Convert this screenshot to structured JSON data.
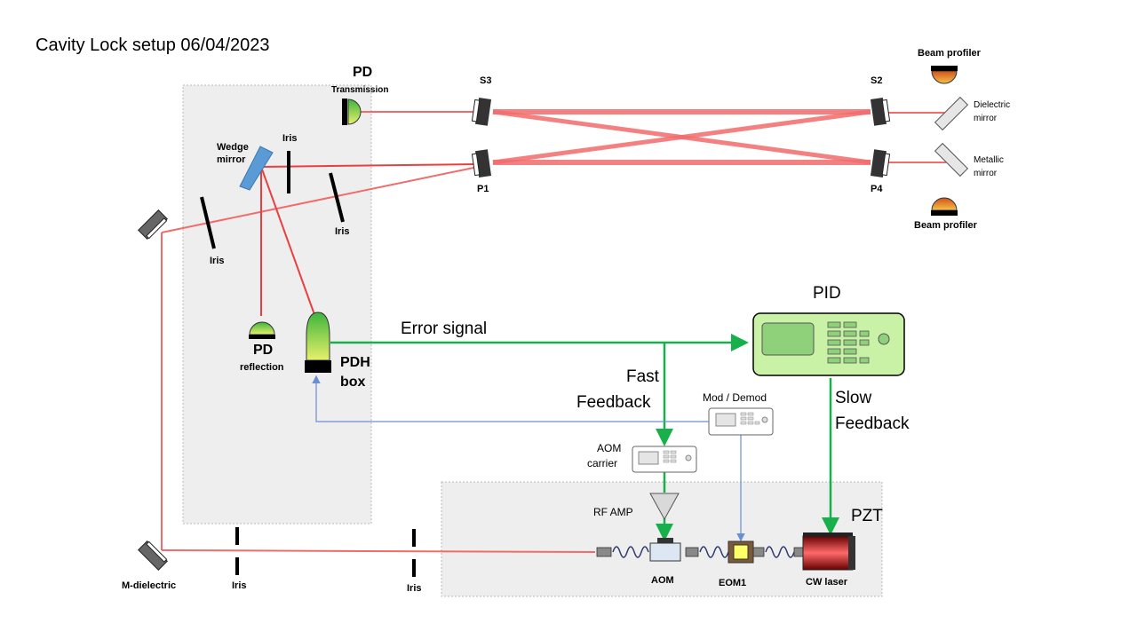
{
  "title": "Cavity Lock setup 06/04/2023",
  "cavity_mirrors": {
    "s3": "S3",
    "s2": "S2",
    "p1": "P1",
    "p4": "P4"
  },
  "pd_transmission": {
    "main": "PD",
    "sub": "Transmission"
  },
  "wedge_mirror": "Wedge\nmirror",
  "iris": "Iris",
  "pd_reflection": {
    "main": "PD",
    "sub": "reflection"
  },
  "pdh_box": {
    "line1": "PDH",
    "line2": "box"
  },
  "beam_profiler": "Beam profiler",
  "dielectric_mirror": {
    "line1": "Dielectric",
    "line2": "mirror"
  },
  "metallic_mirror": {
    "line1": "Metallic",
    "line2": "mirror"
  },
  "error_signal": "Error signal",
  "pid": "PID",
  "fast_feedback": {
    "line1": "Fast",
    "line2": "Feedback"
  },
  "slow_feedback": {
    "line1": "Slow",
    "line2": "Feedback"
  },
  "mod_demod": "Mod / Demod",
  "aom_carrier": {
    "line1": "AOM",
    "line2": "carrier"
  },
  "rf_amp": "RF AMP",
  "pzt": "PZT",
  "aom": "AOM",
  "eom": "EOM1",
  "cw_laser": "CW laser",
  "m_dielectric": "M-dielectric",
  "colors": {
    "laser": "#f26b6b",
    "laser_strong": "#e84040",
    "signal": "#18b04a",
    "rf": "#6a8fd0",
    "panel": "#eeeeee",
    "pid_fill": "#c9f2a7"
  }
}
